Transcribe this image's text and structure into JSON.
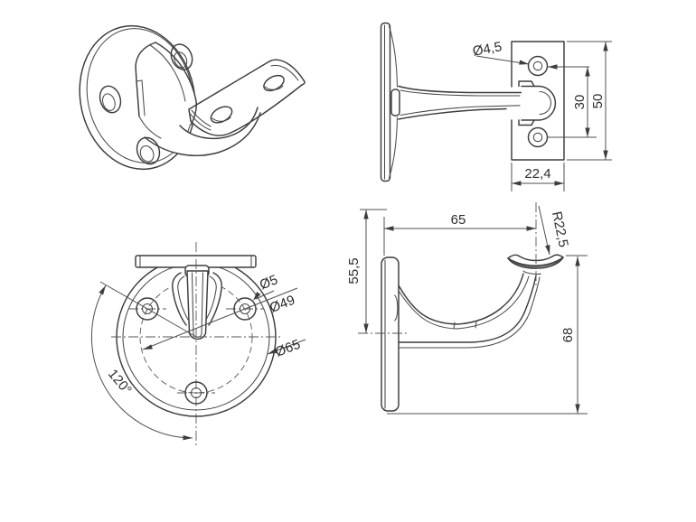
{
  "drawing": {
    "views": {
      "side": {
        "dims": {
          "hole_dia": "Ø4,5",
          "hole_spacing": "30",
          "plate_height": "50",
          "plate_width": "22,4"
        }
      },
      "front": {
        "dims": {
          "hole_dia": "Ø5",
          "bolt_circle": "Ø49",
          "flange_dia": "Ø65",
          "hole_angle": "120°"
        }
      },
      "profile": {
        "dims": {
          "reach": "65",
          "saddle_radius": "R22,5",
          "center_height": "55,5",
          "overall_height": "68"
        }
      }
    }
  }
}
